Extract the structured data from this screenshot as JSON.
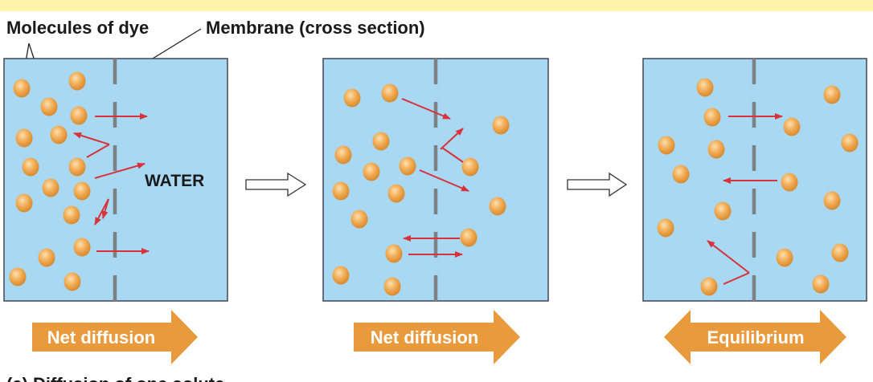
{
  "labels": {
    "molecules": "Molecules of dye",
    "membrane": "Membrane (cross section)",
    "water": "WATER",
    "caption": "(a) Diffusion of one solute"
  },
  "panels": [
    {
      "result_label": "Net diffusion",
      "result_arrow": "right"
    },
    {
      "result_label": "Net diffusion",
      "result_arrow": "right"
    },
    {
      "result_label": "Equilibrium",
      "result_arrow": "both"
    }
  ],
  "colors": {
    "banner": "#FDF2A8",
    "water": "#A9D8F2",
    "molecule": "#F0A850",
    "arrow": "#D8323A",
    "membrane": "#7D8184",
    "result_arrow": "#E89A3C"
  }
}
